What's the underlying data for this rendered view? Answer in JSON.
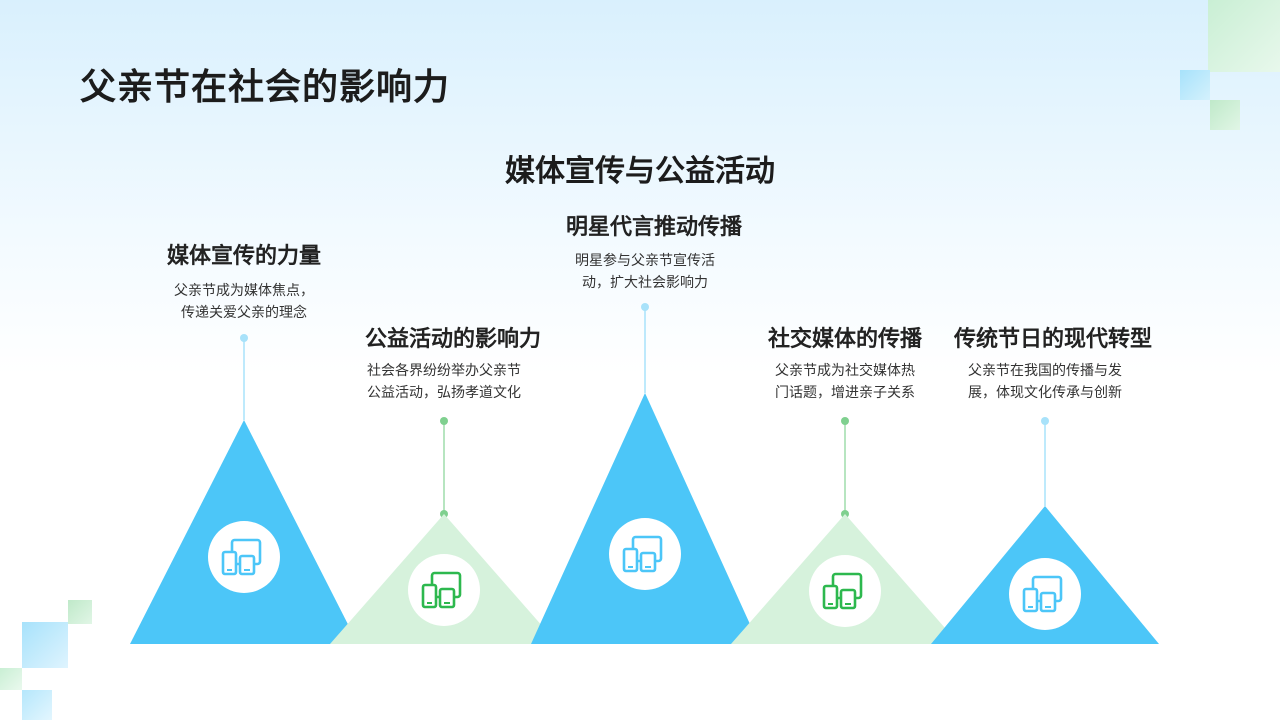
{
  "title": "父亲节在社会的影响力",
  "subtitle": "媒体宣传与公益活动",
  "colors": {
    "blue": "#4cc6f8",
    "green": "#d6f2dc",
    "icon_blue": "#4cc6f8",
    "icon_green": "#2db84e"
  },
  "items": [
    {
      "title": "媒体宣传的力量",
      "desc": [
        "父亲节成为媒体焦点，",
        "传递关爱父亲的理念"
      ],
      "icon": "devices-icon",
      "color": "blue"
    },
    {
      "title": "公益活动的影响力",
      "desc": [
        "社会各界纷纷举办父亲节",
        "公益活动，弘扬孝道文化"
      ],
      "icon": "devices-icon",
      "color": "green"
    },
    {
      "title": "明星代言推动传播",
      "desc": [
        "明星参与父亲节宣传活",
        "动，扩大社会影响力"
      ],
      "icon": "devices-icon",
      "color": "blue"
    },
    {
      "title": "社交媒体的传播",
      "desc": [
        "父亲节成为社交媒体热",
        "门话题，增进亲子关系"
      ],
      "icon": "devices-icon",
      "color": "green"
    },
    {
      "title": "传统节日的现代转型",
      "desc": [
        "父亲节在我国的传播与发",
        "展，体现文化传承与创新"
      ],
      "icon": "devices-icon",
      "color": "blue"
    }
  ]
}
